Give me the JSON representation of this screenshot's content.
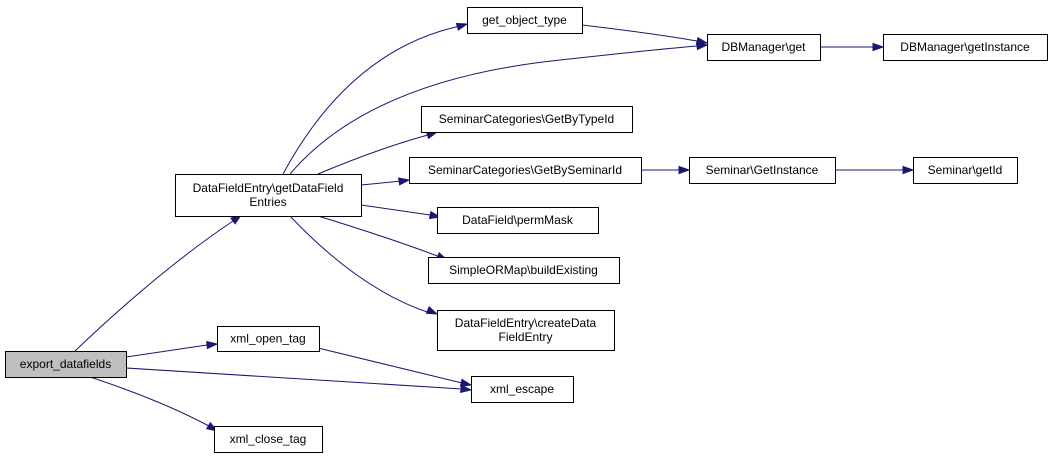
{
  "colors": {
    "edge": "#191970",
    "node_fill": "#ffffff",
    "root_fill": "#bfbfbf",
    "border": "#000000"
  },
  "nodes": [
    {
      "id": "export_datafields",
      "lines": [
        "export_datafields"
      ],
      "root": true
    },
    {
      "id": "getDataFieldEntries",
      "lines": [
        "DataFieldEntry\\getDataField",
        "Entries"
      ]
    },
    {
      "id": "xml_open_tag",
      "lines": [
        "xml_open_tag"
      ]
    },
    {
      "id": "xml_escape",
      "lines": [
        "xml_escape"
      ]
    },
    {
      "id": "xml_close_tag",
      "lines": [
        "xml_close_tag"
      ]
    },
    {
      "id": "get_object_type",
      "lines": [
        "get_object_type"
      ]
    },
    {
      "id": "DBManager_get",
      "lines": [
        "DBManager\\get"
      ]
    },
    {
      "id": "DBManager_getInstance",
      "lines": [
        "DBManager\\getInstance"
      ]
    },
    {
      "id": "GetByTypeId",
      "lines": [
        "SeminarCategories\\GetByTypeId"
      ]
    },
    {
      "id": "GetBySeminarId",
      "lines": [
        "SeminarCategories\\GetBySeminarId"
      ]
    },
    {
      "id": "Seminar_GetInstance",
      "lines": [
        "Seminar\\GetInstance"
      ]
    },
    {
      "id": "Seminar_getId",
      "lines": [
        "Seminar\\getId"
      ]
    },
    {
      "id": "permMask",
      "lines": [
        "DataField\\permMask"
      ]
    },
    {
      "id": "buildExisting",
      "lines": [
        "SimpleORMap\\buildExisting"
      ]
    },
    {
      "id": "createDataFieldEntry",
      "lines": [
        "DataFieldEntry\\createData",
        "FieldEntry"
      ]
    }
  ],
  "edges": [
    {
      "from": "export_datafields",
      "to": "getDataFieldEntries"
    },
    {
      "from": "export_datafields",
      "to": "xml_open_tag"
    },
    {
      "from": "export_datafields",
      "to": "xml_escape"
    },
    {
      "from": "export_datafields",
      "to": "xml_close_tag"
    },
    {
      "from": "xml_open_tag",
      "to": "xml_escape"
    },
    {
      "from": "getDataFieldEntries",
      "to": "get_object_type"
    },
    {
      "from": "getDataFieldEntries",
      "to": "DBManager_get"
    },
    {
      "from": "getDataFieldEntries",
      "to": "GetByTypeId"
    },
    {
      "from": "getDataFieldEntries",
      "to": "GetBySeminarId"
    },
    {
      "from": "getDataFieldEntries",
      "to": "permMask"
    },
    {
      "from": "getDataFieldEntries",
      "to": "buildExisting"
    },
    {
      "from": "getDataFieldEntries",
      "to": "createDataFieldEntry"
    },
    {
      "from": "get_object_type",
      "to": "DBManager_get"
    },
    {
      "from": "DBManager_get",
      "to": "DBManager_getInstance"
    },
    {
      "from": "GetBySeminarId",
      "to": "Seminar_GetInstance"
    },
    {
      "from": "Seminar_GetInstance",
      "to": "Seminar_getId"
    }
  ]
}
